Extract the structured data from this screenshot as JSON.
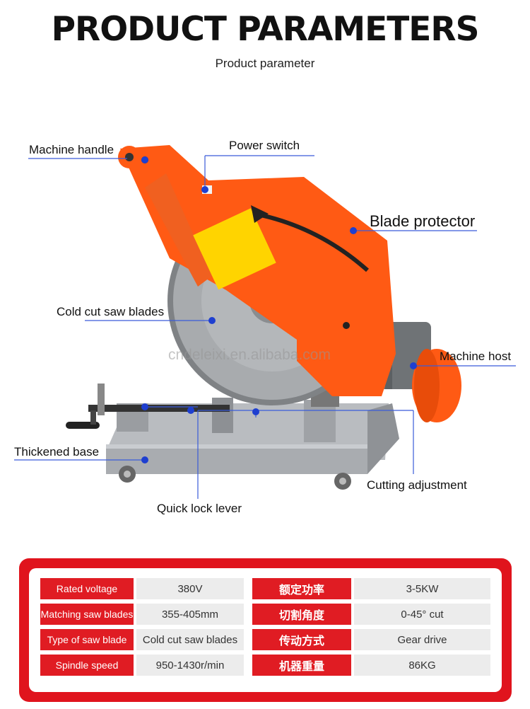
{
  "header": {
    "title": "PRODUCT PARAMETERS",
    "subtitle": "Product parameter"
  },
  "callouts": {
    "machine_handle": "Machine handle",
    "power_switch": "Power switch",
    "blade_protector": "Blade protector",
    "cold_cut_saw_blades": "Cold cut saw blades",
    "machine_host": "Machine host",
    "thickened_base": "Thickened base",
    "cutting_adjustment": "Cutting adjustment",
    "quick_lock_lever": "Quick lock lever"
  },
  "watermark": "cndeleixi.en.alibaba.com",
  "specs": {
    "left": [
      {
        "label": "Rated voltage",
        "value": "380V"
      },
      {
        "label": "Matching saw blades",
        "value": "355-405mm"
      },
      {
        "label": "Type of saw blade",
        "value": "Cold cut saw blades"
      },
      {
        "label": "Spindle speed",
        "value": "950-1430r/min"
      }
    ],
    "right": [
      {
        "label": "额定功率",
        "value": "3-5KW"
      },
      {
        "label": "切割角度",
        "value": "0-45° cut"
      },
      {
        "label": "传动方式",
        "value": "Gear drive"
      },
      {
        "label": "机器重量",
        "value": "86KG"
      }
    ]
  },
  "colors": {
    "accent_red": "#e01c23",
    "machine_orange": "#ff5a14",
    "callout_line": "#3a5bd9",
    "callout_dot": "#1e3fd0"
  }
}
